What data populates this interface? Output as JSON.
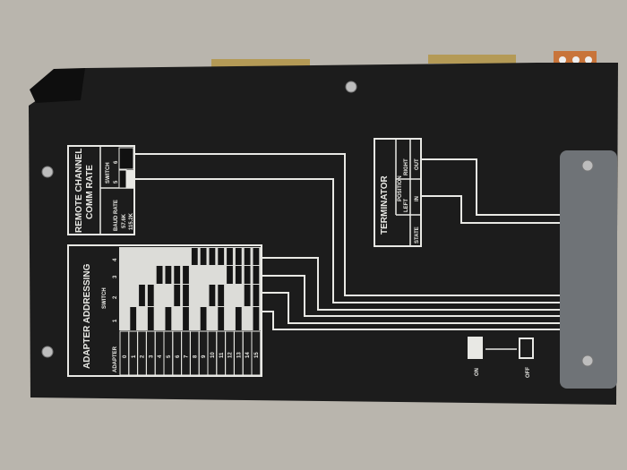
{
  "adapter_table": {
    "title": "ADAPTER ADDRESSING",
    "switch_label": "SWITCH",
    "adapter_label": "ADAPTER",
    "switches": [
      "1",
      "2",
      "3",
      "4"
    ],
    "adapters": [
      "0",
      "1",
      "2",
      "3",
      "4",
      "5",
      "6",
      "7",
      "8",
      "9",
      "10",
      "11",
      "12",
      "13",
      "14",
      "15"
    ]
  },
  "comm_rate_table": {
    "title_line1": "REMOTE CHANNEL",
    "title_line2": "COMM RATE",
    "switch_label": "SWITCH",
    "switches": [
      "5",
      "6"
    ],
    "baud_label": "BAUD RATE",
    "rates": [
      "57.6K",
      "115.2K"
    ]
  },
  "terminator_table": {
    "title": "TERMINATOR",
    "position_label": "POSITION",
    "positions": [
      "LEFT",
      "RIGHT"
    ],
    "state_label": "STATE",
    "states": [
      "IN",
      "OUT"
    ]
  },
  "switch_legend": {
    "on": "ON",
    "off": "OFF"
  },
  "colors": {
    "board": "#1c1c1c",
    "print": "#e8e8e4",
    "plate": "#6f7377",
    "background": "#b9b5ad",
    "pcb": "#2f6b3a",
    "terminal": "#c8743a"
  }
}
